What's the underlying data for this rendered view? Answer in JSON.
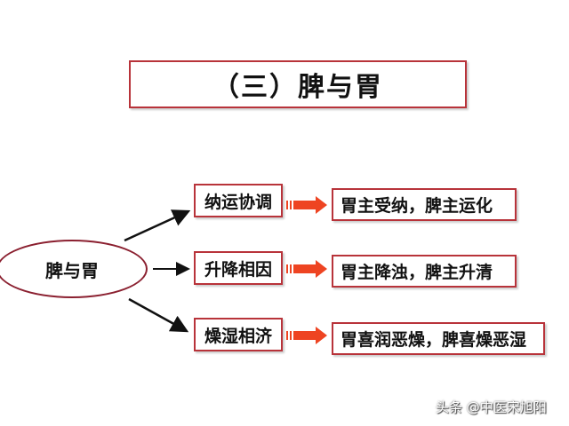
{
  "title": "（三）脾与胃",
  "center": "脾与胃",
  "rows": [
    {
      "label": "纳运协调",
      "detail": "胃主受纳，脾主运化"
    },
    {
      "label": "升降相因",
      "detail": "胃主降浊，脾主升清"
    },
    {
      "label": "燥湿相济",
      "detail": "胃喜润恶燥，脾喜燥恶湿"
    }
  ],
  "watermark": "头条 @中医宋旭阳",
  "colors": {
    "border": "#b8333a",
    "arrow": "#ee4422"
  }
}
